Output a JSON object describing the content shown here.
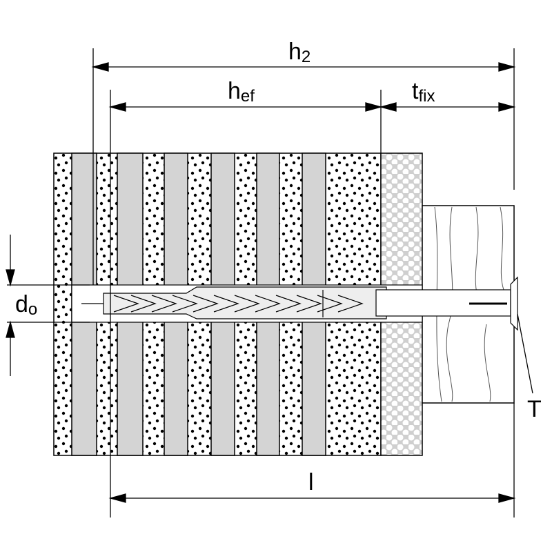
{
  "labels": {
    "h2": {
      "main": "h",
      "sub": "2"
    },
    "hef": {
      "main": "h",
      "sub": "ef"
    },
    "tfix": {
      "main": "t",
      "sub": "fix"
    },
    "d0": {
      "main": "d",
      "sub": "o"
    },
    "T": "T",
    "l": "l"
  },
  "colors": {
    "gray": "#d4d4d4",
    "line": "#000000",
    "wood": "#ffffff"
  }
}
